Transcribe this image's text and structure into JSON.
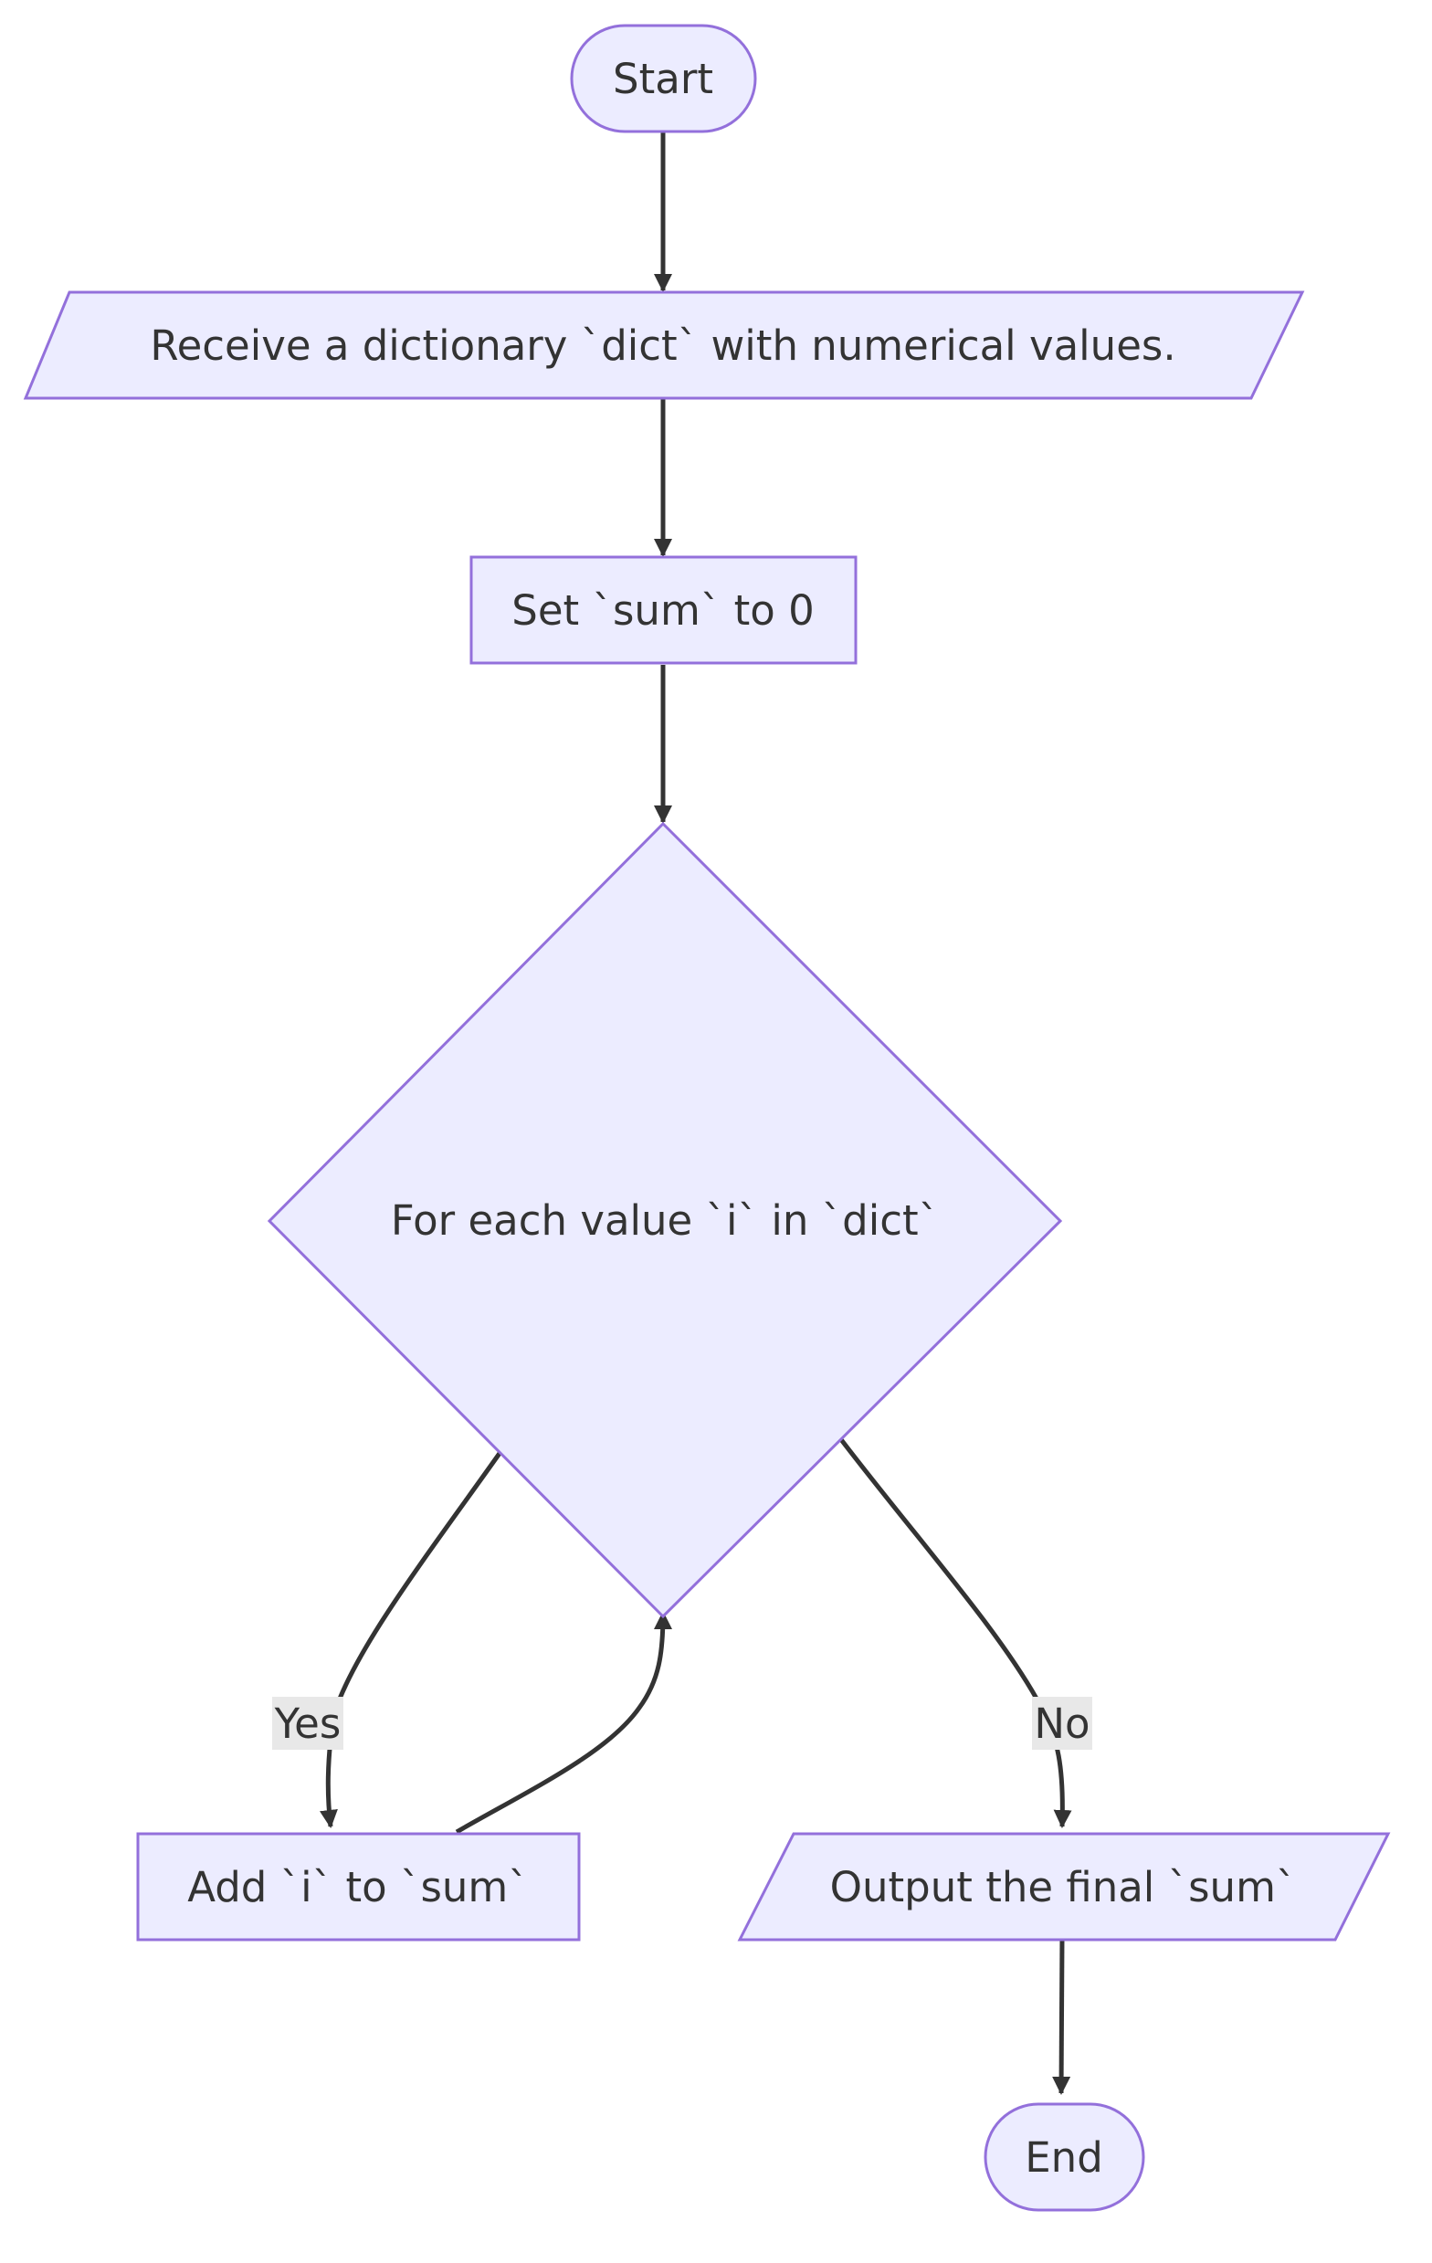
{
  "flowchart": {
    "nodes": {
      "start": {
        "label": "Start",
        "shape": "stadium"
      },
      "receive": {
        "label": "Receive a dictionary `dict` with numerical values.",
        "shape": "parallelogram"
      },
      "init": {
        "label": "Set `sum` to 0",
        "shape": "rectangle"
      },
      "loop": {
        "label": "For each value `i` in `dict`",
        "shape": "diamond"
      },
      "add": {
        "label": "Add `i` to `sum`",
        "shape": "rectangle"
      },
      "output": {
        "label": "Output the final `sum`",
        "shape": "parallelogram"
      },
      "end": {
        "label": "End",
        "shape": "stadium"
      }
    },
    "edges": [
      {
        "from": "start",
        "to": "receive"
      },
      {
        "from": "receive",
        "to": "init"
      },
      {
        "from": "init",
        "to": "loop"
      },
      {
        "from": "loop",
        "to": "add",
        "label": "Yes"
      },
      {
        "from": "add",
        "to": "loop"
      },
      {
        "from": "loop",
        "to": "output",
        "label": "No"
      },
      {
        "from": "output",
        "to": "end"
      }
    ]
  },
  "colors": {
    "node_fill": "#ECECFF",
    "node_stroke": "#9370DB",
    "edge": "#333333",
    "text": "#333333",
    "edge_label_bg": "#e8e8e8"
  }
}
